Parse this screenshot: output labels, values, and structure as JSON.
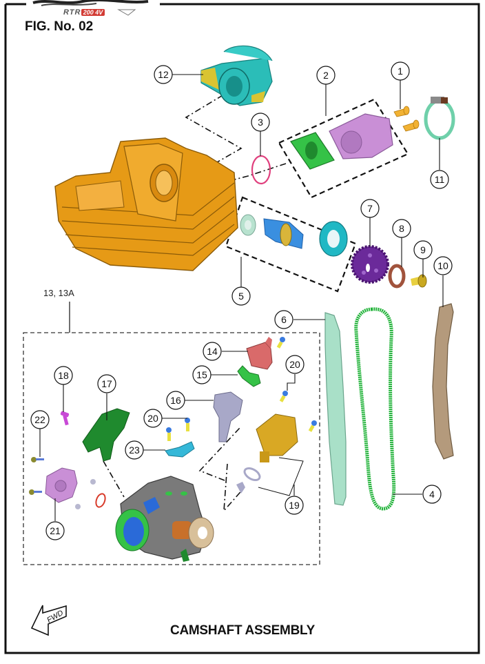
{
  "header": {
    "brand_model": "RTR",
    "brand_cc": "200 4V",
    "figure_label": "FIG. No. 02"
  },
  "diagram": {
    "title": "CAMSHAFT ASSEMBLY",
    "forward_indicator": "FWD",
    "group_label": "13, 13A",
    "colors": {
      "frame": "#111111",
      "cylinder_head": "#e69a16",
      "intake_pipe": "#2bbdb8",
      "insulator": "#35c247",
      "joint": "#c98fd6",
      "o_ring": "#e0407e",
      "bolt": "#f2b233",
      "clamp": "#6fd0aa",
      "camshaft": "#3a8fe0",
      "bearing": "#20b8c4",
      "sprocket": "#6b2a9a",
      "washer": "#a1533c",
      "chain": "#22b33a",
      "guide": "#a9e0c8",
      "tensioner_lever": "#b49a7c",
      "throttle_body": "#7a7a7a",
      "sensor_pink": "#d96a6a",
      "injector": "#a8a8c8",
      "idle_valve": "#d9a824",
      "tps": "#c98fd6"
    },
    "callouts": [
      {
        "id": "1",
        "part": "bolt"
      },
      {
        "id": "2",
        "part": "intake joint set"
      },
      {
        "id": "3",
        "part": "o-ring"
      },
      {
        "id": "4",
        "part": "cam chain"
      },
      {
        "id": "5",
        "part": "camshaft assembly"
      },
      {
        "id": "6",
        "part": "chain guide"
      },
      {
        "id": "7",
        "part": "cam sprocket"
      },
      {
        "id": "8",
        "part": "washer"
      },
      {
        "id": "9",
        "part": "sprocket bolt"
      },
      {
        "id": "10",
        "part": "tensioner lever"
      },
      {
        "id": "11",
        "part": "hose clamp"
      },
      {
        "id": "12",
        "part": "intake pipe"
      },
      {
        "id": "14",
        "part": "sensor"
      },
      {
        "id": "15",
        "part": "bracket"
      },
      {
        "id": "16",
        "part": "injector"
      },
      {
        "id": "17",
        "part": "wiring harness"
      },
      {
        "id": "18",
        "part": "screw"
      },
      {
        "id": "19",
        "part": "idle air control valve"
      },
      {
        "id": "20a",
        "label": "20",
        "part": "screw"
      },
      {
        "id": "20b",
        "label": "20",
        "part": "screw"
      },
      {
        "id": "21",
        "part": "throttle position sensor"
      },
      {
        "id": "22",
        "part": "screw"
      },
      {
        "id": "23",
        "part": "injector holder"
      }
    ]
  }
}
